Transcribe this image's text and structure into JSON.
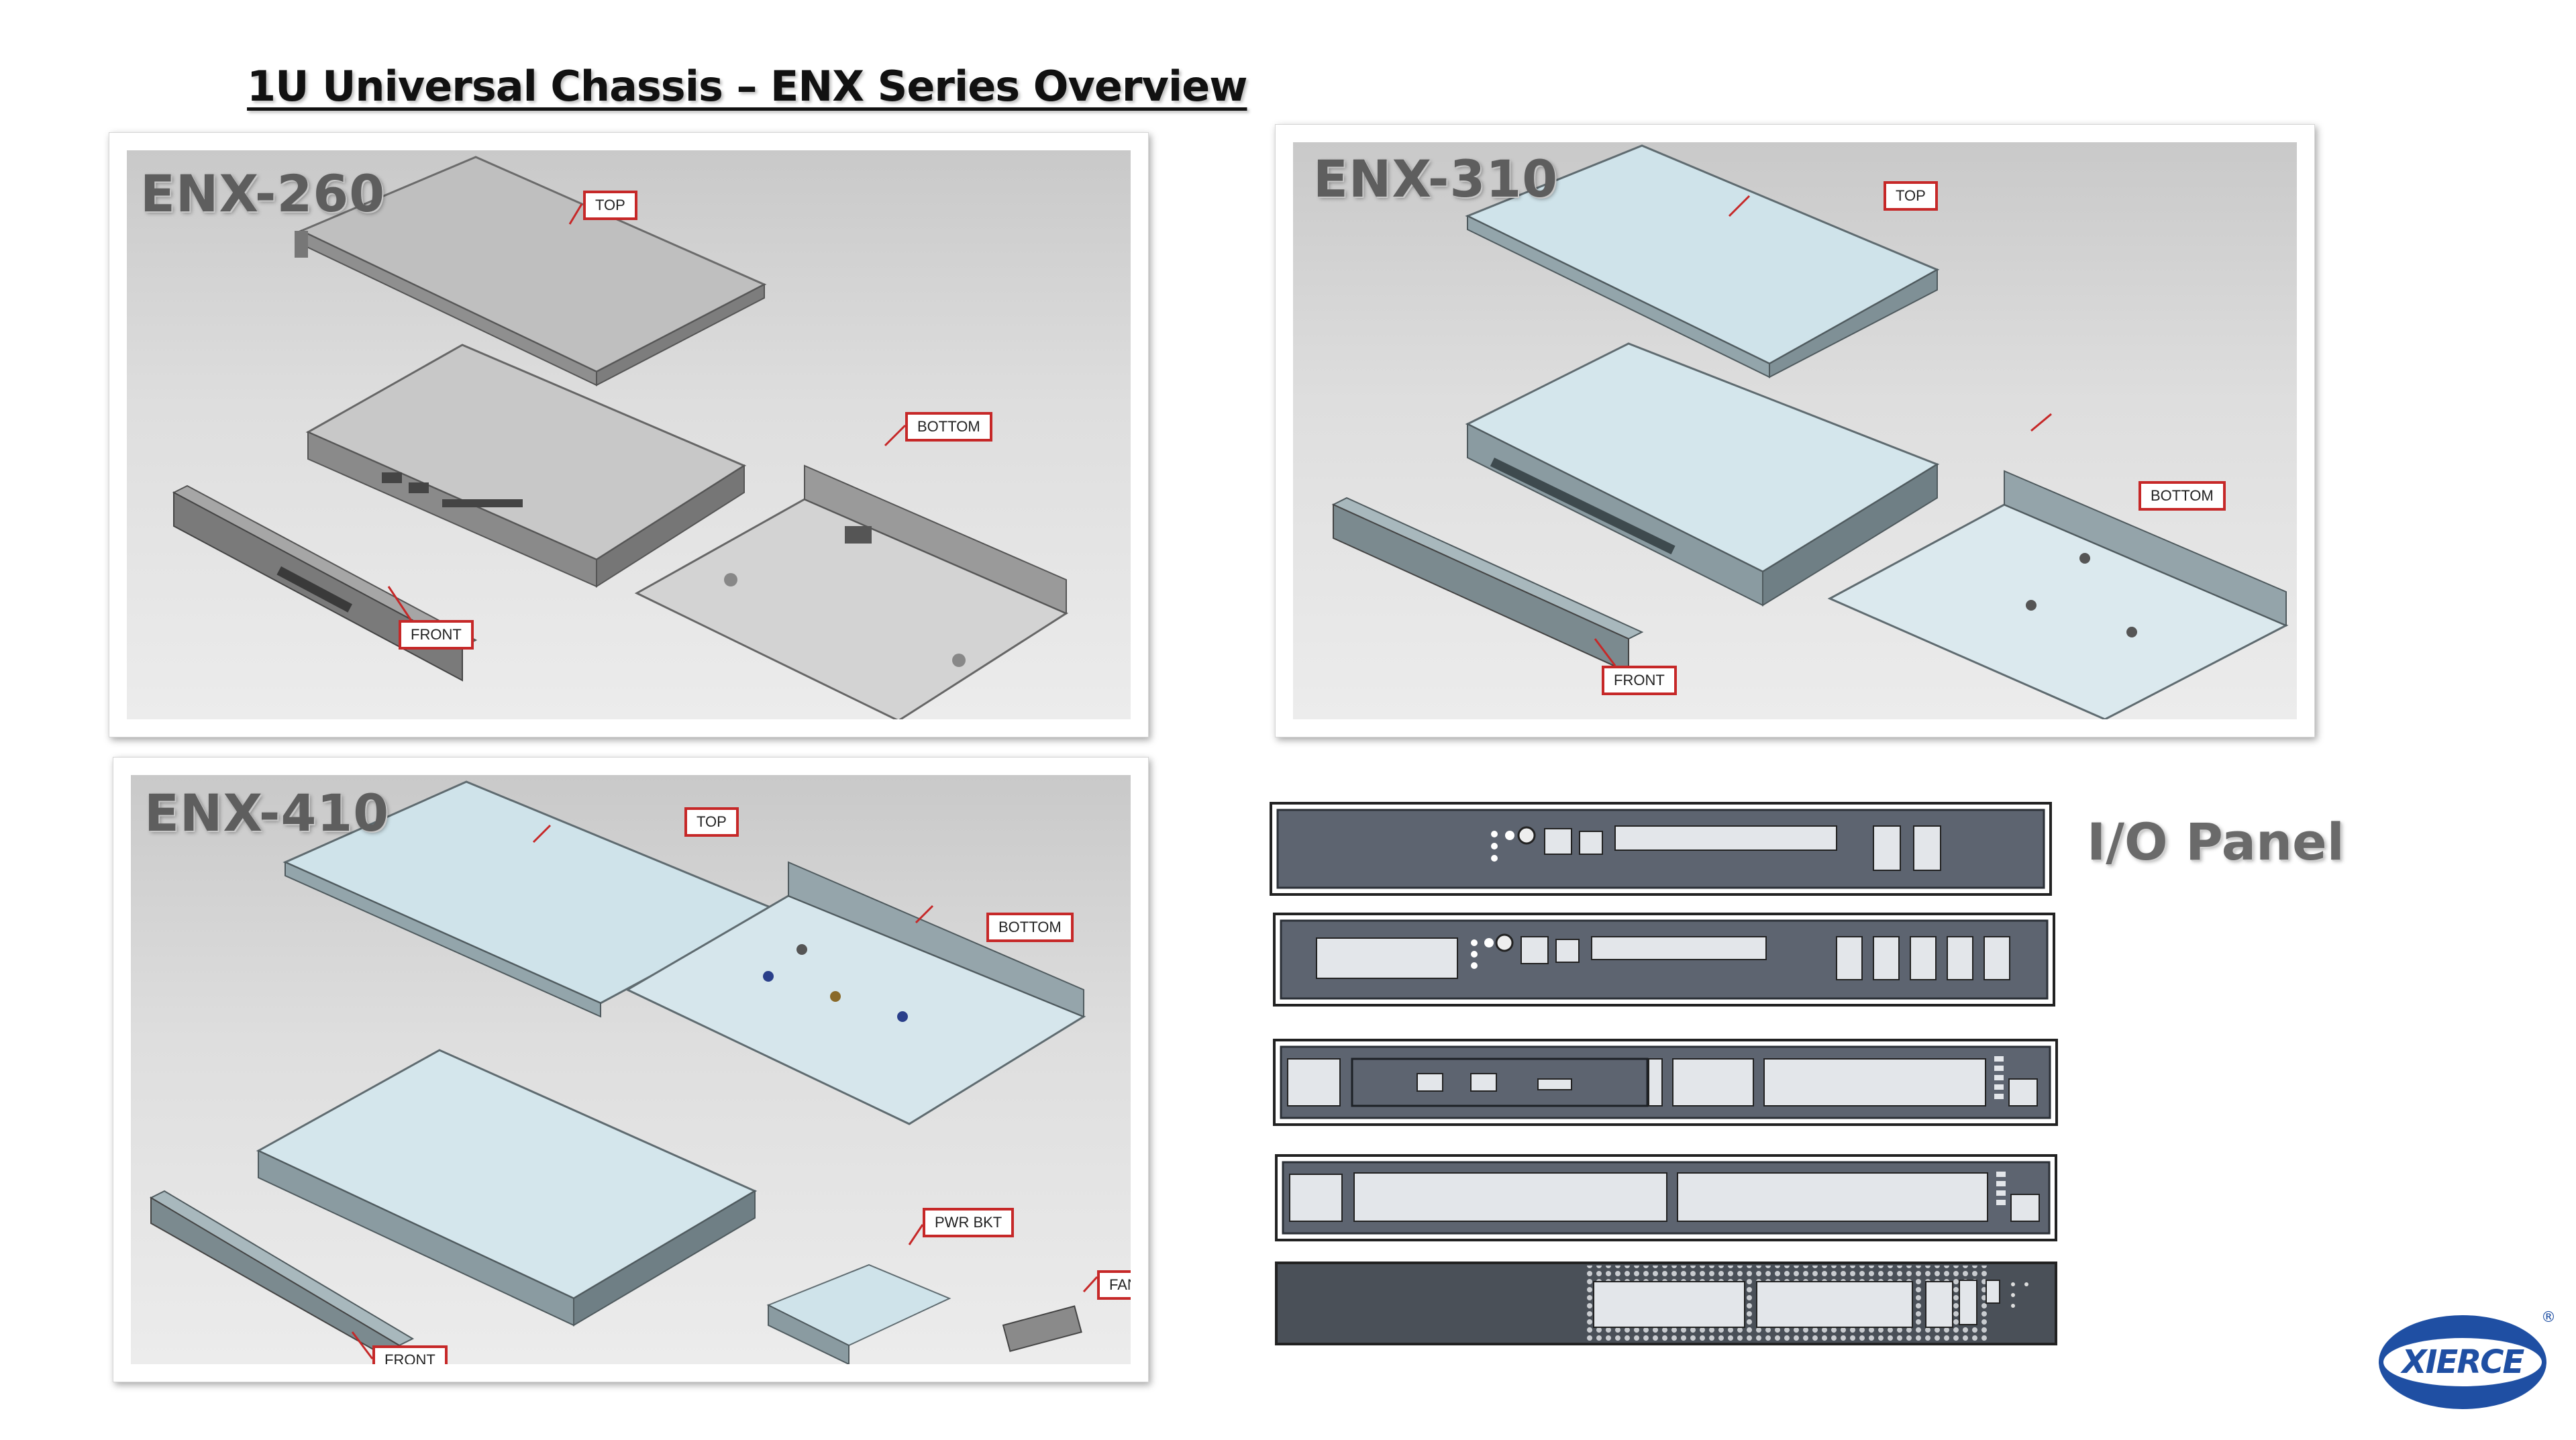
{
  "title": "1U Universal Chassis – ENX Series Overview",
  "panels": {
    "enx260": {
      "model": "ENX-260",
      "callouts": {
        "top": "TOP",
        "bottom": "BOTTOM",
        "front": "FRONT"
      }
    },
    "enx310": {
      "model": "ENX-310",
      "callouts": {
        "top": "TOP",
        "bottom": "BOTTOM",
        "front": "FRONT"
      }
    },
    "enx410": {
      "model": "ENX-410",
      "callouts": {
        "top": "TOP",
        "bottom": "BOTTOM",
        "front": "FRONT",
        "pwr_bkt": "PWR BKT",
        "fan_bkt": "FAN BKT"
      }
    }
  },
  "io_panel": {
    "label": "I/O Panel",
    "strip_count": 5
  },
  "logo": {
    "text": "XIERCE",
    "registered": "®"
  },
  "colors": {
    "callout_border": "#c62828",
    "chassis_gray": "#b9b9b9",
    "chassis_blue": "#cfe3ea",
    "io_strip": "#5d6470",
    "logo_blue": "#1f4fa3"
  }
}
